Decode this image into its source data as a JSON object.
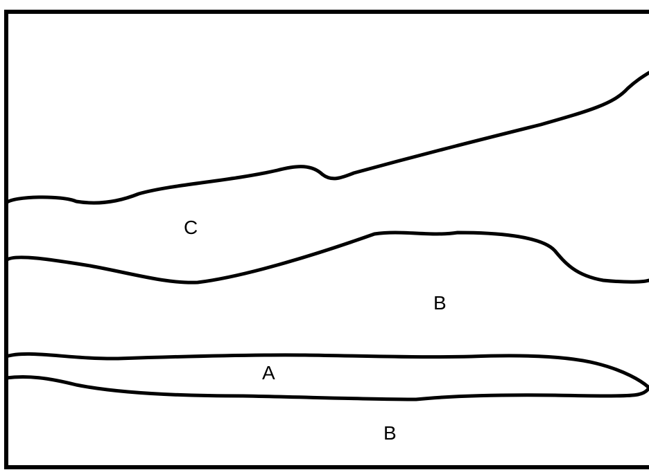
{
  "diagram": {
    "regions": [
      {
        "id": "c",
        "label": "C"
      },
      {
        "id": "b-upper",
        "label": "B"
      },
      {
        "id": "a",
        "label": "A"
      },
      {
        "id": "b-lower",
        "label": "B"
      }
    ],
    "colors": {
      "line": "#000000",
      "background": "#ffffff"
    }
  }
}
